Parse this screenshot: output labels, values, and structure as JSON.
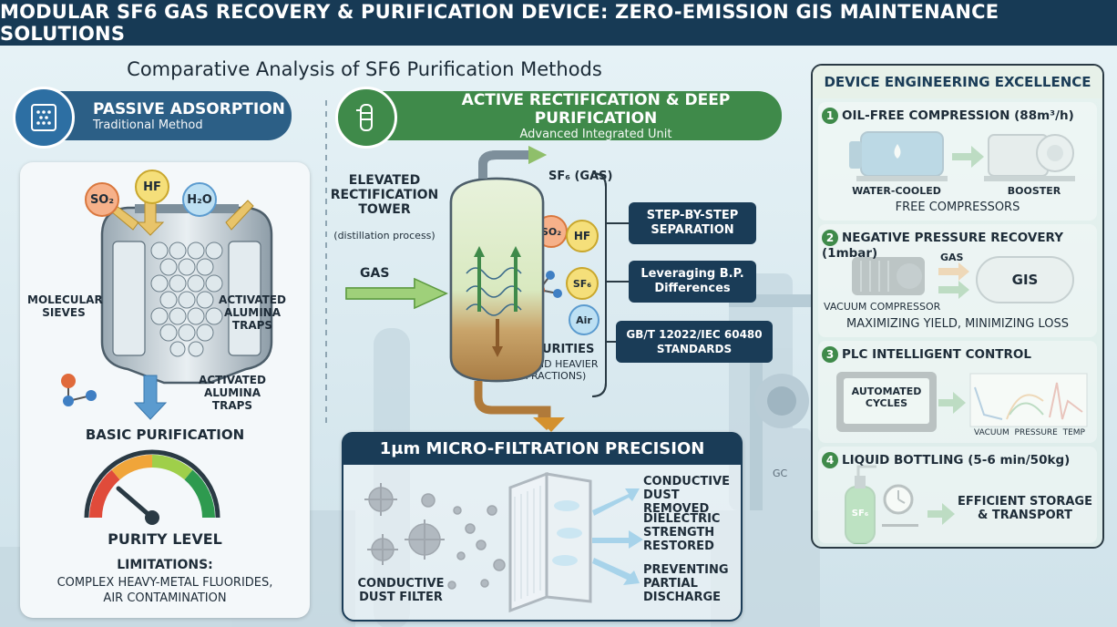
{
  "header": {
    "title": "MODULAR SF6 GAS RECOVERY & PURIFICATION DEVICE: ZERO-EMISSION GIS MAINTENANCE SOLUTIONS"
  },
  "subtitle": "Comparative Analysis of SF6 Purification Methods",
  "passive": {
    "title": "PASSIVE ADSORPTION",
    "subtitle": "Traditional Method",
    "molecules": [
      "SO₂",
      "HF",
      "H₂O"
    ],
    "label_molecular": "MOLECULAR\nSIEVES",
    "label_alumina_1": "ACTIVATED\nALUMINA\nTRAPS",
    "label_alumina_2": "ACTIVATED\nALUMINA\nTRAPS",
    "basic": "BASIC PURIFICATION",
    "purity": "PURITY LEVEL",
    "limitations_title": "LIMITATIONS:",
    "limitations_text": "COMPLEX HEAVY-METAL FLUORIDES,\nAIR CONTAMINATION"
  },
  "active": {
    "title": "ACTIVE RECTIFICATION & DEEP PURIFICATION",
    "subtitle": "Advanced Integrated Unit",
    "tower_title": "ELEVATED\nRECTIFICATION\nTOWER",
    "tower_sub": "(distillation process)",
    "gas_in": "GAS",
    "sf6_out": "SF₆ (GAS)",
    "molecules": [
      "SO₂",
      "HF",
      "SF₆",
      "Air"
    ],
    "impurities_title": "IMPURITIES",
    "impurities_sub": "(LIQUID HEAVIER\nFRACTIONS)",
    "box1": "STEP-BY-STEP\nSEPARATION",
    "box2": "Leveraging B.P.\nDifferences",
    "box3": "GB/T 12022/IEC 60480\nSTANDARDS"
  },
  "filtration": {
    "title": "1μm MICRO-FILTRATION PRECISION",
    "dust_label": "CONDUCTIVE\nDUST FILTER",
    "result1": "CONDUCTIVE\nDUST REMOVED",
    "result2": "DIELECTRIC\nSTRENGTH\nRESTORED",
    "result3": "PREVENTING\nPARTIAL\nDISCHARGE"
  },
  "engineering": {
    "title": "DEVICE ENGINEERING EXCELLENCE",
    "s1_num": "1",
    "s1_title": "OIL-FREE COMPRESSION (88m³/h)",
    "s1_left": "WATER-COOLED",
    "s1_right": "BOOSTER",
    "s1_caption": "FREE COMPRESSORS",
    "s2_num": "2",
    "s2_title": "NEGATIVE PRESSURE RECOVERY (1mbar)",
    "s2_gas": "GAS",
    "s2_gis": "GIS",
    "s2_left": "VACUUM COMPRESSOR",
    "s2_caption": "MAXIMIZING YIELD, MINIMIZING LOSS",
    "s3_num": "3",
    "s3_title": "PLC INTELLIGENT CONTROL",
    "s3_screen": "AUTOMATED\nCYCLES",
    "s3_graphs": "VACUUM  PRESSURE  TEMP",
    "s4_num": "4",
    "s4_title": "LIQUID BOTTLING (5-6 min/50kg)",
    "s4_cyl": "SF₆",
    "s4_caption": "EFFICIENT STORAGE\n& TRANSPORT"
  },
  "bg_label": "GC"
}
